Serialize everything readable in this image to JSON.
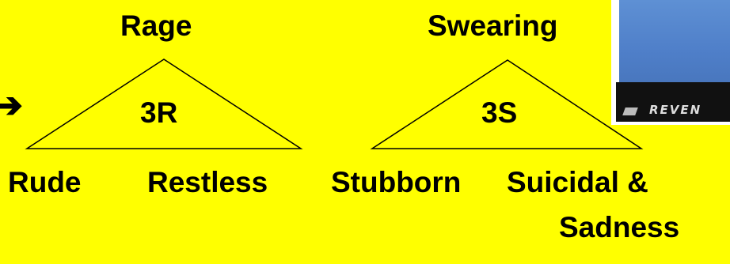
{
  "arrow": "➔",
  "triangle_r": {
    "top": "Rage",
    "center": "3R",
    "left": "Rude",
    "right": "Restless"
  },
  "triangle_s": {
    "top": "Swearing",
    "center": "3S",
    "left": "Stubborn",
    "right_line1": "Suicidal &",
    "right_line2": "Sadness"
  },
  "photo": {
    "caption": "REVEN",
    "icon": "cartoon-image"
  },
  "colors": {
    "background": "#ffff00",
    "text": "#000000",
    "stroke": "#000000"
  }
}
